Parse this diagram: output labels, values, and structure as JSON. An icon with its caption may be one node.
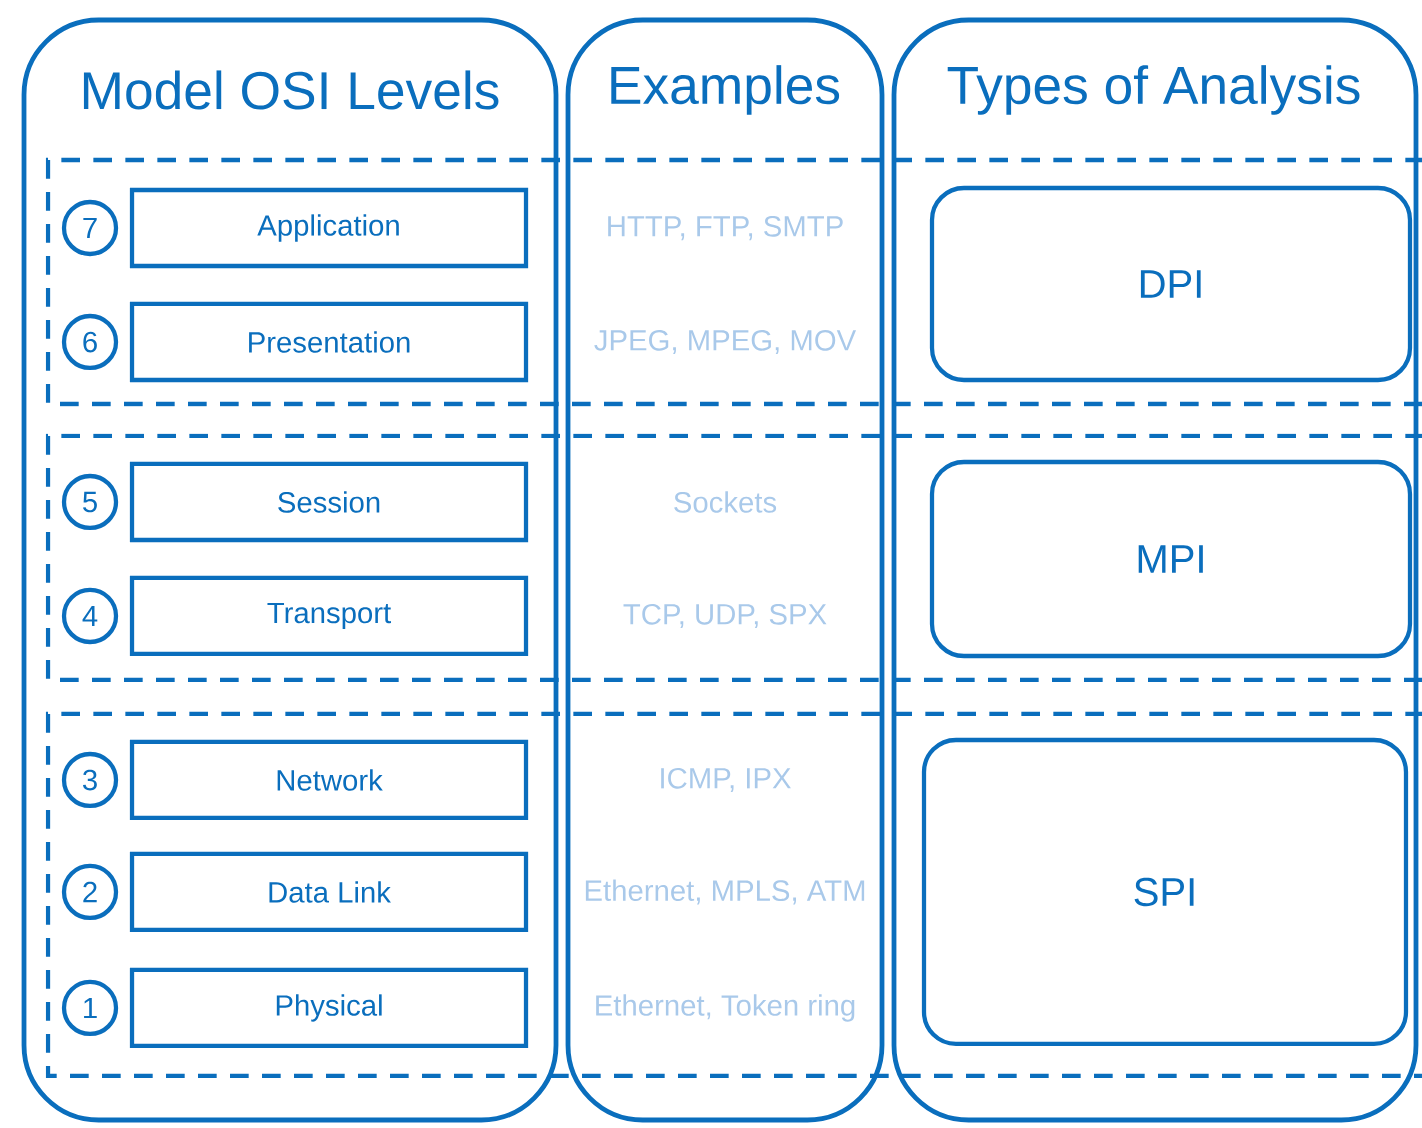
{
  "diagram": {
    "nodes": [
      {
        "text": [
          "Model OSI Levels"
        ]
      },
      {
        "text": [
          "Examples"
        ]
      },
      {
        "text": [
          "Types of Analysis"
        ]
      },
      {
        "text": [
          "7"
        ],
        "in": 0
      },
      {
        "text": [
          "Application"
        ],
        "in": 0
      },
      {
        "text": [
          "6"
        ],
        "in": 0
      },
      {
        "text": [
          "Presentation"
        ],
        "in": 0
      },
      {
        "text": [
          "5"
        ],
        "in": 0
      },
      {
        "text": [
          "Session"
        ],
        "in": 0
      },
      {
        "text": [
          "4"
        ],
        "in": 0
      },
      {
        "text": [
          "Transport"
        ],
        "in": 0
      },
      {
        "text": [
          "3"
        ],
        "in": 0
      },
      {
        "text": [
          "Network"
        ],
        "in": 0
      },
      {
        "text": [
          "2"
        ],
        "in": 0
      },
      {
        "text": [
          "Data Link"
        ],
        "in": 0
      },
      {
        "text": [
          "1"
        ],
        "in": 0
      },
      {
        "text": [
          "Physical"
        ],
        "in": 0
      },
      {
        "text": [
          "DPI"
        ],
        "in": 2
      },
      {
        "text": [
          "MPI"
        ],
        "in": 2
      },
      {
        "text": [
          "SPI"
        ],
        "in": 2
      }
    ],
    "edges": [],
    "labels": [
      "HTTP, FTP, SMTP",
      "JPEG, MPEG, MOV",
      "Sockets",
      "TCP, UDP, SPX",
      "ICMP, IPX",
      "Ethernet, MPLS, ATM",
      "Ethernet, Token ring"
    ]
  }
}
